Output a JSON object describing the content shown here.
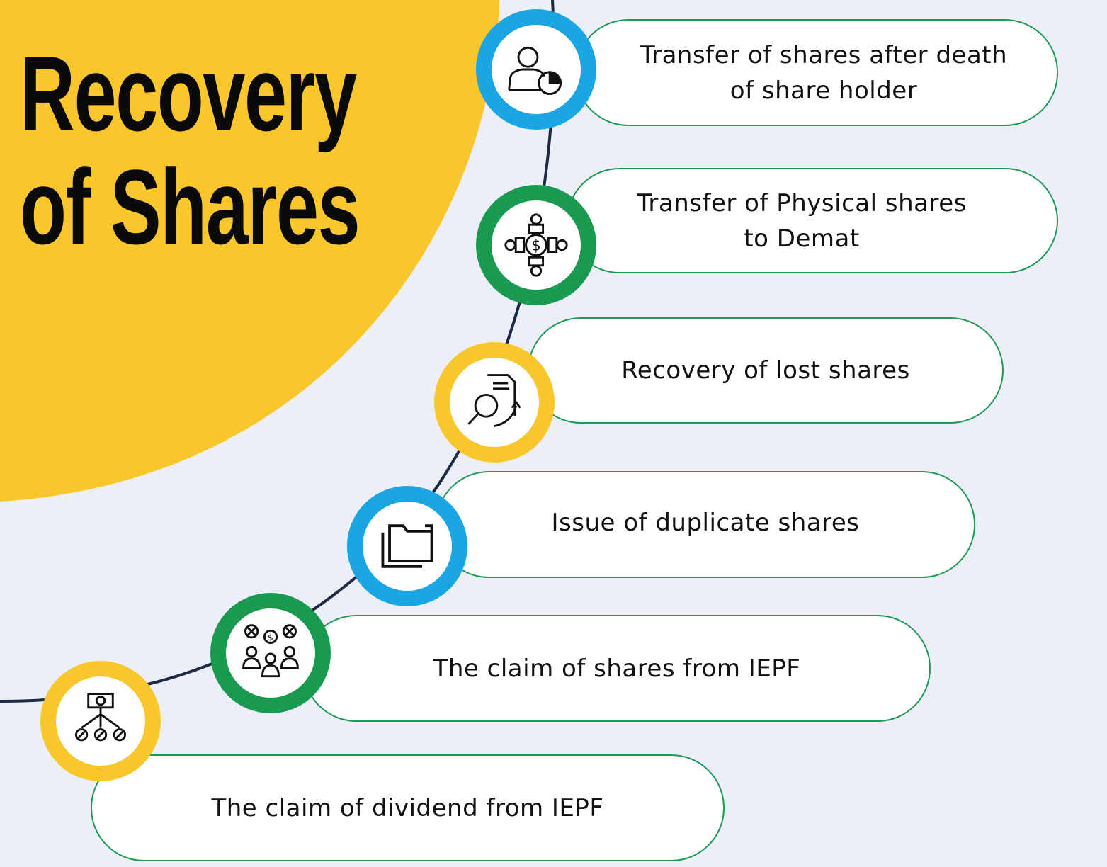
{
  "title": {
    "line1": "Recovery",
    "line2": "of Shares"
  },
  "colors": {
    "yellow": "#f9c72b",
    "blue": "#1aa6e4",
    "green": "#1a9a50",
    "background": "#eceff8",
    "line": "#1c2a44",
    "box_border": "#1f9a55"
  },
  "steps": [
    {
      "text": "Transfer of shares after death of share holder",
      "icon": "user-pie-chart-icon",
      "ring": "blue"
    },
    {
      "text": "Transfer of Physical shares to Demat",
      "icon": "people-around-dollar-icon",
      "ring": "green"
    },
    {
      "text": "Recovery of lost shares",
      "icon": "document-search-icon",
      "ring": "yellow"
    },
    {
      "text": "Issue of duplicate shares",
      "icon": "folders-icon",
      "ring": "blue"
    },
    {
      "text": "The claim of shares from IEPF",
      "icon": "group-dollar-icon",
      "ring": "green"
    },
    {
      "text": "The claim of dividend from IEPF",
      "icon": "dividend-split-icon",
      "ring": "yellow"
    }
  ]
}
